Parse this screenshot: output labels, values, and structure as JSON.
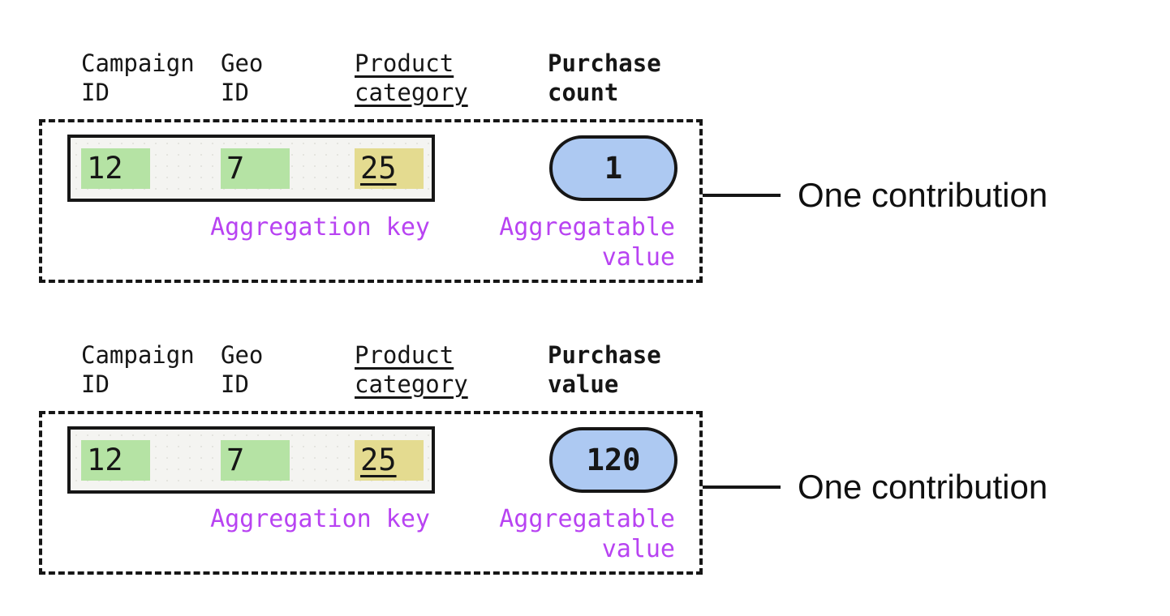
{
  "palette": {
    "ink": "#161616",
    "key_highlight_green": "#b5e3a4",
    "key_highlight_khaki": "#e4db90",
    "pill_blue": "#adc9f2",
    "label_purple": "#b843f2",
    "row_background": "#f4f4f1"
  },
  "blocks": [
    {
      "headers": [
        {
          "text": "Campaign\nID"
        },
        {
          "text": "Geo\nID"
        },
        {
          "text": "Product\ncategory"
        },
        {
          "text": "Purchase\ncount"
        }
      ],
      "cells": [
        {
          "value": "12"
        },
        {
          "value": "7"
        },
        {
          "value": "25"
        }
      ],
      "pill_value": "1",
      "aggregation_key_label": "Aggregation key",
      "aggregatable_value_label": "Aggregatable\nvalue",
      "callout_label": "One contribution"
    },
    {
      "headers": [
        {
          "text": "Campaign\nID"
        },
        {
          "text": "Geo\nID"
        },
        {
          "text": "Product\ncategory"
        },
        {
          "text": "Purchase\nvalue"
        }
      ],
      "cells": [
        {
          "value": "12"
        },
        {
          "value": "7"
        },
        {
          "value": "25"
        }
      ],
      "pill_value": "120",
      "aggregation_key_label": "Aggregation key",
      "aggregatable_value_label": "Aggregatable\nvalue",
      "callout_label": "One contribution"
    }
  ]
}
